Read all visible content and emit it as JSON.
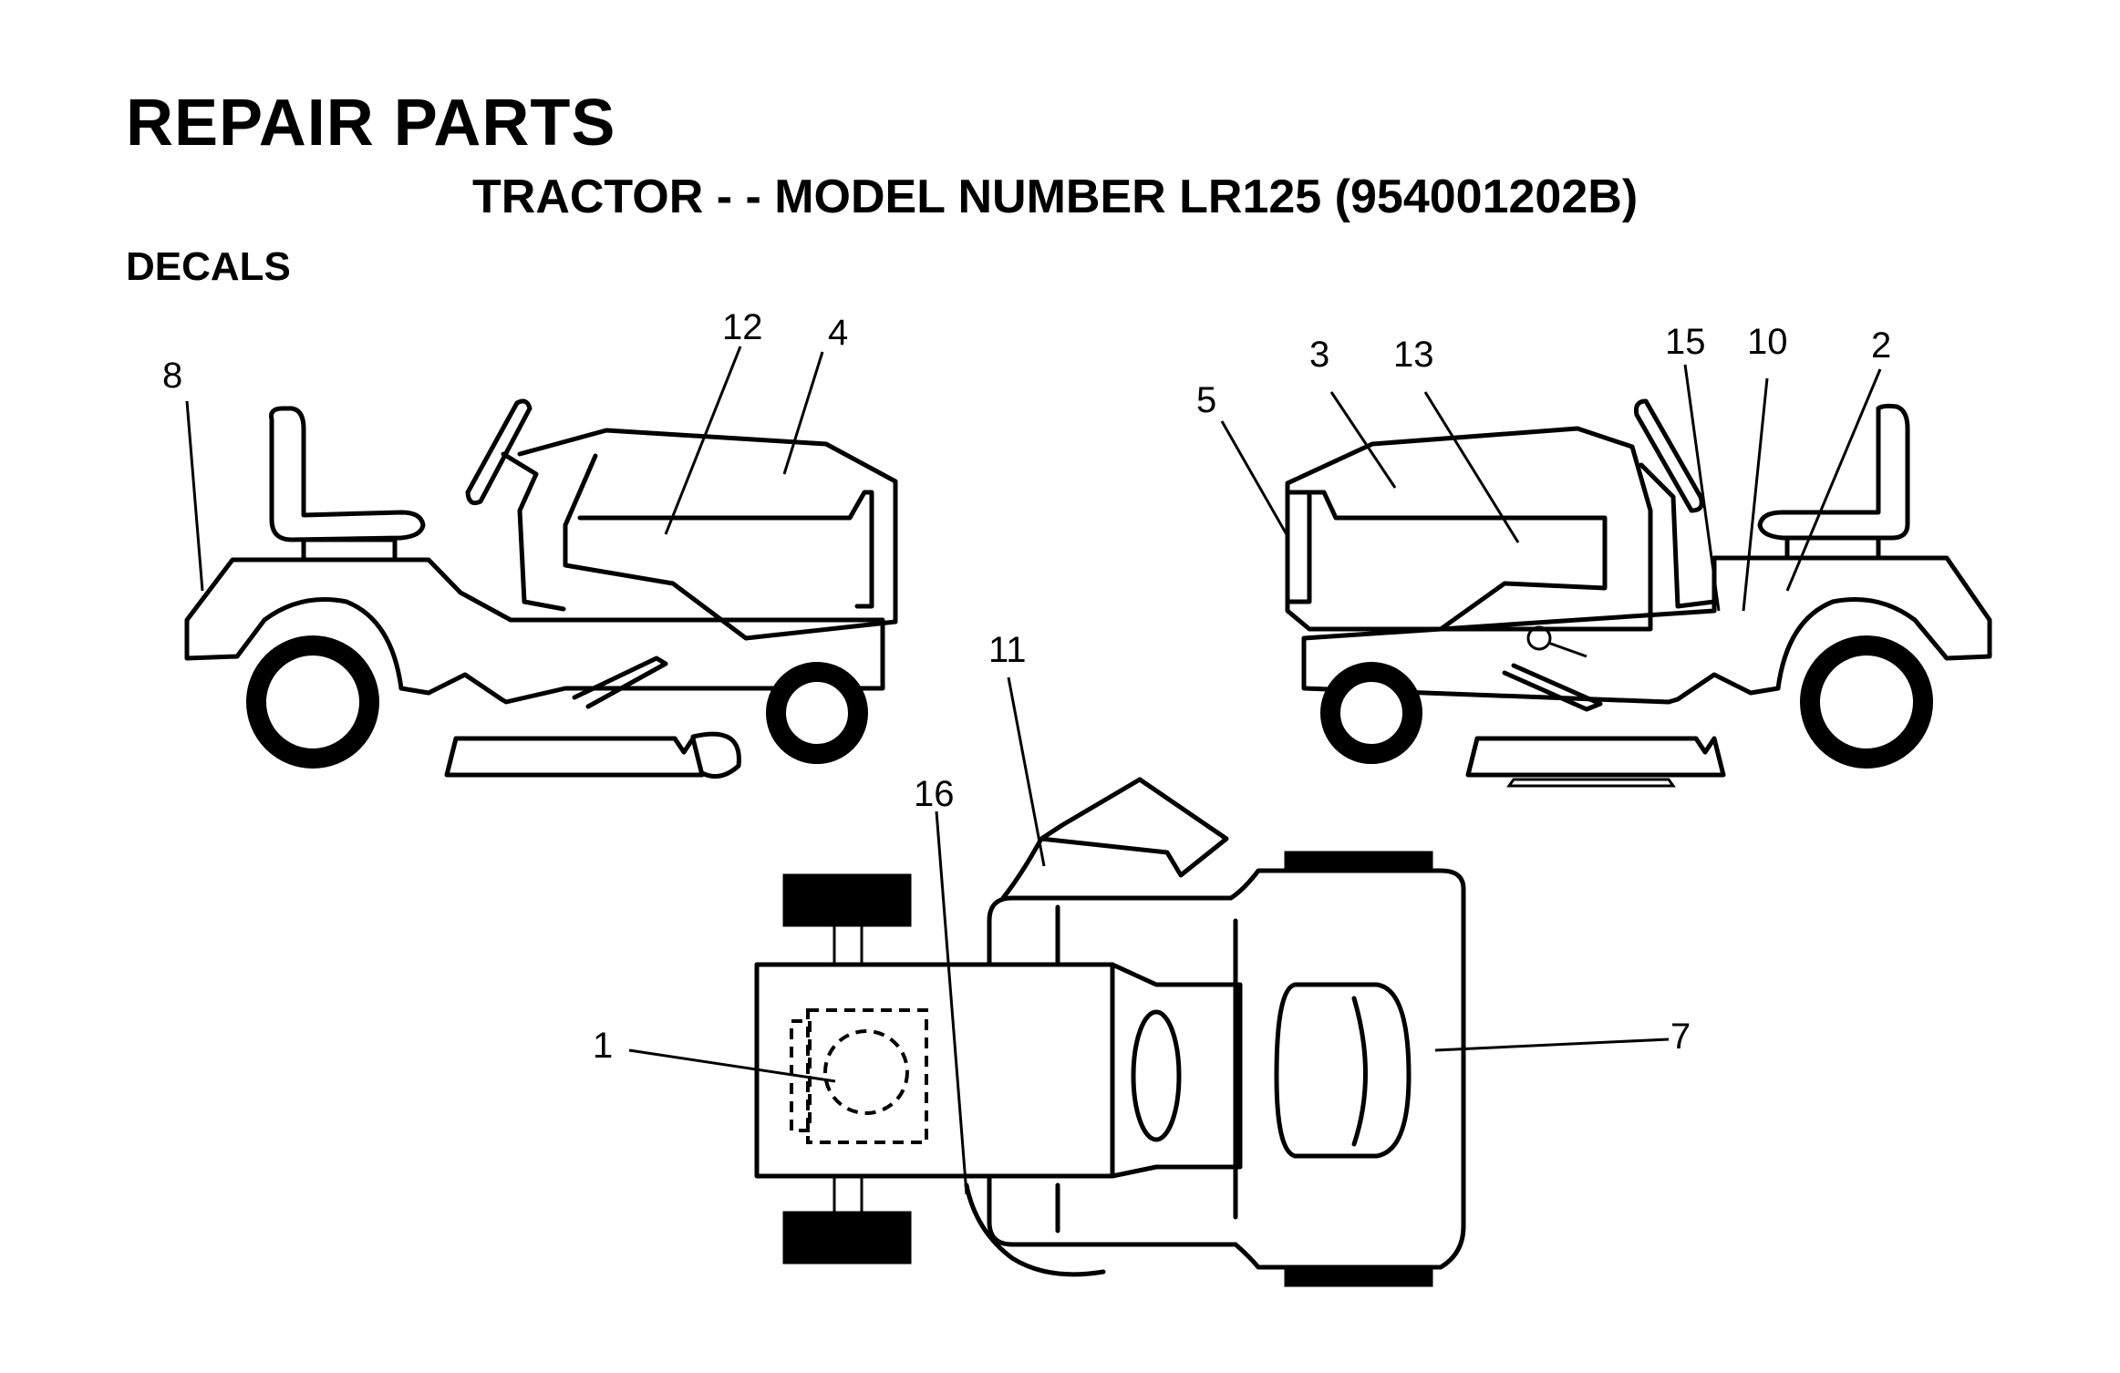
{
  "page": {
    "title": "REPAIR PARTS",
    "subtitle": "TRACTOR - - MODEL NUMBER LR125 (954001202B)",
    "section": "DECALS"
  },
  "callouts": [
    "8",
    "12",
    "4",
    "5",
    "3",
    "13",
    "15",
    "10",
    "2",
    "11",
    "16",
    "1",
    "7"
  ]
}
